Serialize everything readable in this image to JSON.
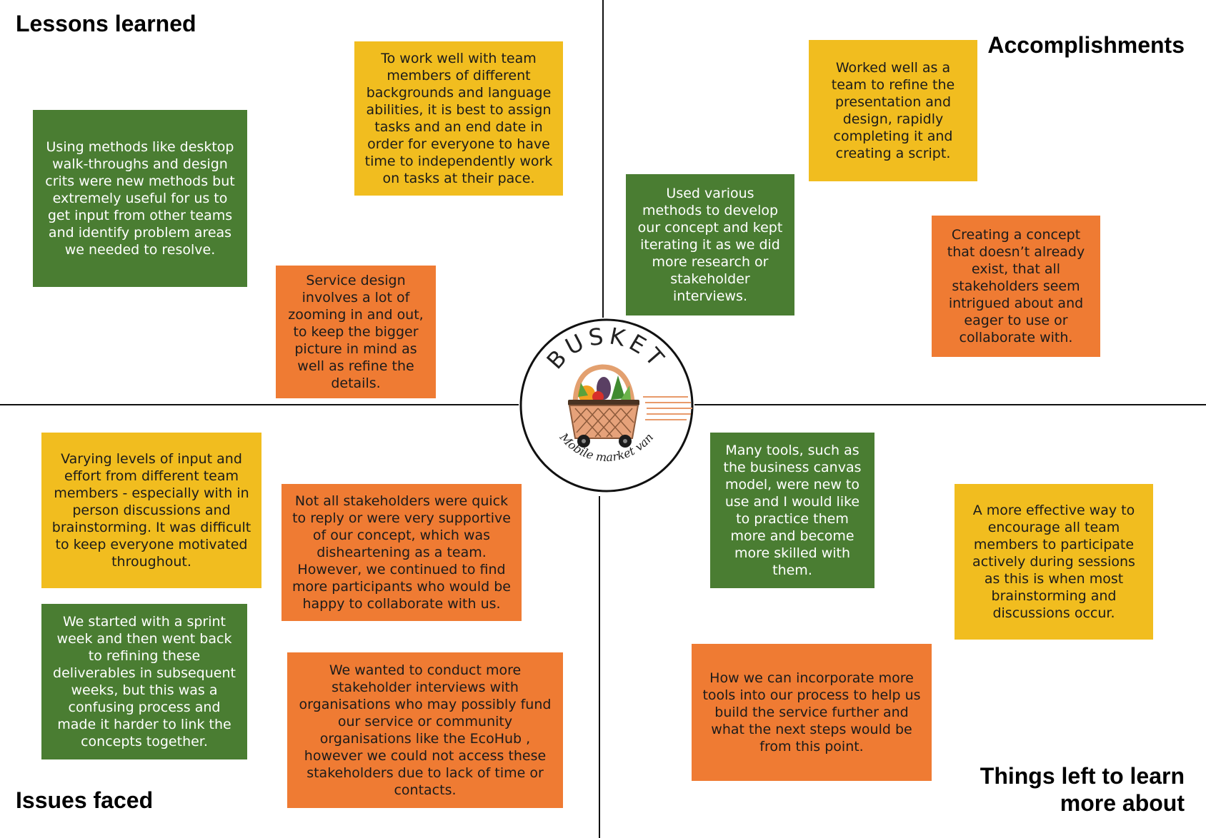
{
  "colors": {
    "yellow": "#f1bd1f",
    "green": "#4a7d32",
    "orange": "#ef7b33",
    "lines": "#111111"
  },
  "headings": {
    "lessons": "Lessons learned",
    "accomplishments": "Accomplishments",
    "issues": "Issues faced",
    "things_left": "Things left to learn more about"
  },
  "logo": {
    "name": "BUSKET",
    "tagline": "Mobile market van",
    "icon": "basket-van-icon"
  },
  "notes": {
    "lessons": [
      "To work well with team members of different backgrounds and language abilities, it is best to assign tasks and an end date in order for everyone to have time to independently work on tasks at their pace.",
      "Using methods like desktop walk-throughs and design crits were new methods but extremely useful for us to get input from other teams and identify problem areas we needed to resolve.",
      "Service design involves a lot of zooming in and out, to keep the bigger picture in mind as well as refine the details."
    ],
    "accomplishments": [
      "Worked well as a team to refine the presentation and design, rapidly completing it and creating a script.",
      "Used various methods to develop our concept and kept iterating it as we did more research or stakeholder interviews.",
      "Creating a concept that doesn’t already exist, that all stakeholders seem intrigued about and eager to use or collaborate with."
    ],
    "issues": [
      "Varying levels of input and effort from different team members - especially with in person discussions and brainstorming. It was difficult to keep everyone motivated throughout.",
      "Not all stakeholders were quick to reply or were very supportive of our concept, which was disheartening as a team. However, we continued to find more participants who would be happy to collaborate with us.",
      "We started with a sprint week and then went back to refining these deliverables in subsequent weeks, but this was a confusing process and made it harder to link the concepts together.",
      "We wanted to conduct more stakeholder interviews with organisations who may possibly fund our service or community organisations like the EcoHub , however we could not access these stakeholders due to lack of time or contacts."
    ],
    "things_left": [
      "Many tools, such as the business canvas model, were new to use and I would like to practice them more and become more skilled with them.",
      "A more effective way to encourage all team members to participate actively during sessions as this is when most brainstorming and discussions occur.",
      "How we can incorporate more tools into our process to help us build the service further and what the next steps would be from this point."
    ]
  }
}
